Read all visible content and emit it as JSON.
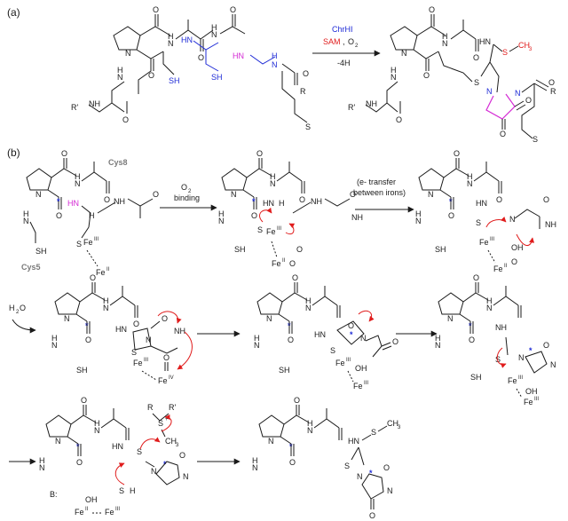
{
  "panels": {
    "a": "(a)",
    "b": "(b)"
  },
  "reaction_a": {
    "enzyme": "ChrHI",
    "cofactor": "SAM",
    "oxidant": "O",
    "oxidant_sub": "2",
    "loss": "-4H"
  },
  "atoms": {
    "N": "N",
    "H": "H",
    "O": "O",
    "S": "S",
    "R": "R",
    "R_prime": "R'",
    "SH": "SH",
    "NH": "NH",
    "HN": "HN",
    "CH3": "CH",
    "CH3_sub": "3",
    "B": "B:",
    "SR": "S",
    "plus": "+"
  },
  "labels_b": {
    "cys8": "Cys8",
    "cys5": "Cys5",
    "step1": "O",
    "step1_sub": "2",
    "step1_b": "binding",
    "step2": "(e- transfer",
    "step2_b": "between irons)",
    "water": "H",
    "water_sub": "2",
    "water_o": "O"
  },
  "metals": {
    "fe": "Fe",
    "ii": "II",
    "iii": "III",
    "iv": "IV",
    "oh": "OH"
  }
}
